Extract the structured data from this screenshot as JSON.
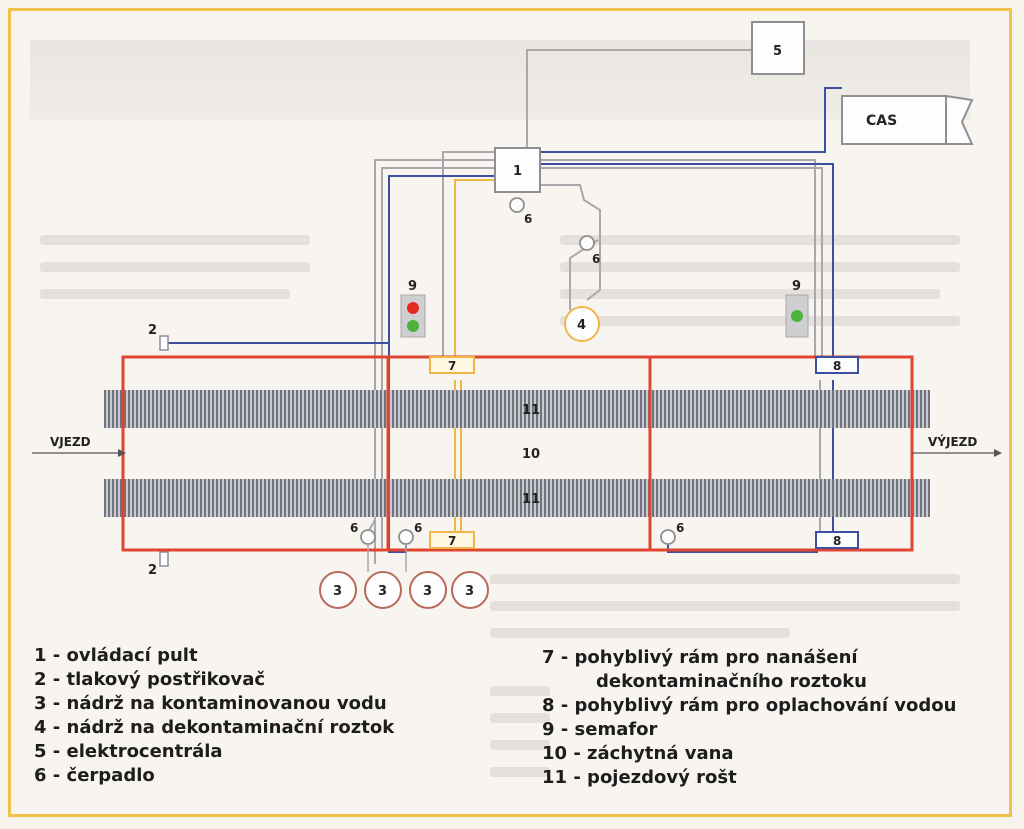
{
  "labels": {
    "n1": "1",
    "n2a": "2",
    "n2b": "2",
    "n3a": "3",
    "n3b": "3",
    "n3c": "3",
    "n3d": "3",
    "n4": "4",
    "n5": "5",
    "n6a": "6",
    "n6b": "6",
    "n6c": "6",
    "n6d": "6",
    "n6e": "6",
    "n7a": "7",
    "n7b": "7",
    "n8a": "8",
    "n8b": "8",
    "n9a": "9",
    "n9b": "9",
    "n10": "10",
    "n11a": "11",
    "n11b": "11",
    "cas": "CAS",
    "vjezd": "VJEZD",
    "vyjezd": "VÝJEZD"
  },
  "legend": {
    "left": [
      "1 - ovládací pult",
      "2 - tlakový postřikovač",
      "3 - nádrž na kontaminovanou vodu",
      "4 - nádrž na dekontaminační roztok",
      "5 - elektrocentrála",
      "6 - čerpadlo"
    ],
    "right": [
      "7 - pohyblivý rám pro nanášení",
      "dekontaminačního roztoku",
      "8 - pohyblivý rám pro oplachování vodou",
      "9 - semafor",
      "10 - záchytná vana",
      "11 - pojezdový rošt"
    ]
  },
  "colors": {
    "red_frame": "#e0452f",
    "blue_line": "#3d4fa0",
    "gray_line": "#a9a9ad",
    "yellow_line": "#efb64a",
    "tank_border": "#b86a5a",
    "grate": "#8b8f96",
    "light_red": "#e32b22",
    "light_green": "#4db33d"
  }
}
